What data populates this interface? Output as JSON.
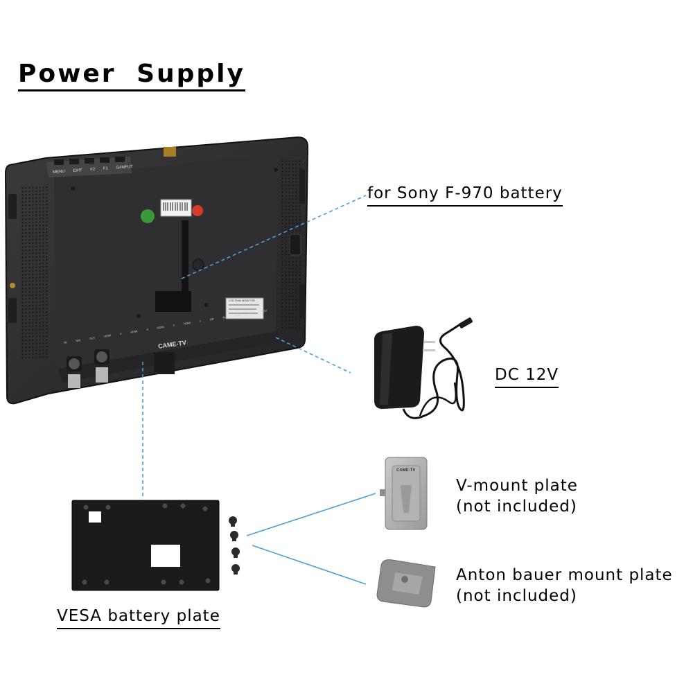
{
  "title": "Power Supply",
  "labels": {
    "sony_battery": "for Sony F-970 battery",
    "dc": "DC 12V",
    "vmount_line1": "V-mount plate",
    "vmount_line2": "(not included)",
    "anton_line1": "Anton bauer mount plate",
    "anton_line2": "(not included)",
    "vesa": "VESA battery plate"
  },
  "monitor": {
    "buttons": [
      "MENU",
      "EXIT",
      "F2",
      "F1",
      "G/INPUT"
    ],
    "brand": "CAME-TV",
    "sticker_title": "LCD Field MONITOR",
    "ports": [
      "IN",
      "SDI",
      "OUT",
      "HDMI 4",
      "HDMI 3",
      "HDMI 2",
      "HDMI 1",
      "DP IN",
      "EAR",
      "DC 12V"
    ]
  },
  "vmount_brand": "CAME-TV",
  "colors": {
    "callout_line": "#4a9fd8",
    "monitor_body": "#2b2b2d",
    "plate": "#1a1a1a"
  }
}
